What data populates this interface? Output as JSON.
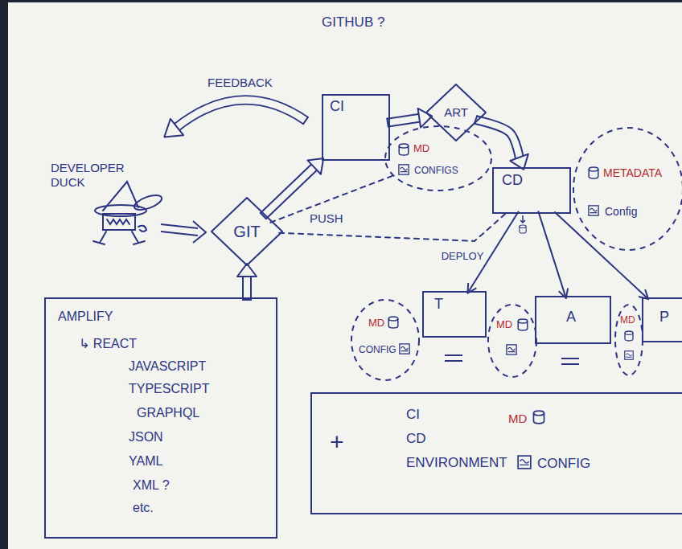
{
  "diagram": {
    "nodes": [
      {
        "text": [
          "CI"
        ]
      },
      {
        "text": [
          "MD",
          "CONFIGS"
        ]
      },
      {
        "text": [
          "ART"
        ]
      },
      {
        "text": [
          "CD"
        ]
      },
      {
        "text": [
          "METADATA",
          "Config"
        ]
      },
      {
        "text": [
          "GIT"
        ]
      },
      {
        "text": [
          "MD",
          "CONFIG"
        ]
      },
      {
        "text": [
          "T"
        ]
      },
      {
        "text": [
          "MD"
        ]
      },
      {
        "text": [
          "A"
        ]
      },
      {
        "text": [
          "MD"
        ]
      },
      {
        "text": [
          "P"
        ]
      },
      {
        "text": [
          "AMPLIFY",
          "↳ REACT",
          "JAVASCRIPT",
          "TYPESCRIPT",
          "GRAPHQL",
          "JSON",
          "YAML",
          "XML ?",
          "etc."
        ]
      },
      {
        "text": [
          "+",
          "CI",
          "CD",
          "ENVIRONMENT",
          "MD",
          "CONFIG"
        ]
      }
    ],
    "edges": [
      {
        "from": 5,
        "to": 0,
        "arrow": "to",
        "label": "PUSH"
      },
      {
        "from": 0,
        "to": 2,
        "arrow": "to"
      },
      {
        "from": 2,
        "to": 3,
        "arrow": "to"
      },
      {
        "from": 3,
        "to": 7,
        "arrow": "to",
        "label": "DEPLOY"
      },
      {
        "from": 3,
        "to": 9,
        "arrow": "to"
      },
      {
        "from": 3,
        "to": 11,
        "arrow": "to"
      },
      {
        "from": 5,
        "to": 1,
        "arrow": "none"
      },
      {
        "from": 5,
        "to": 3,
        "arrow": "none"
      },
      {
        "from": 12,
        "to": 5,
        "arrow": "to"
      }
    ],
    "labels": [
      "GITHUB ?",
      "FEEDBACK",
      "DEVELOPER DUCK"
    ]
  }
}
